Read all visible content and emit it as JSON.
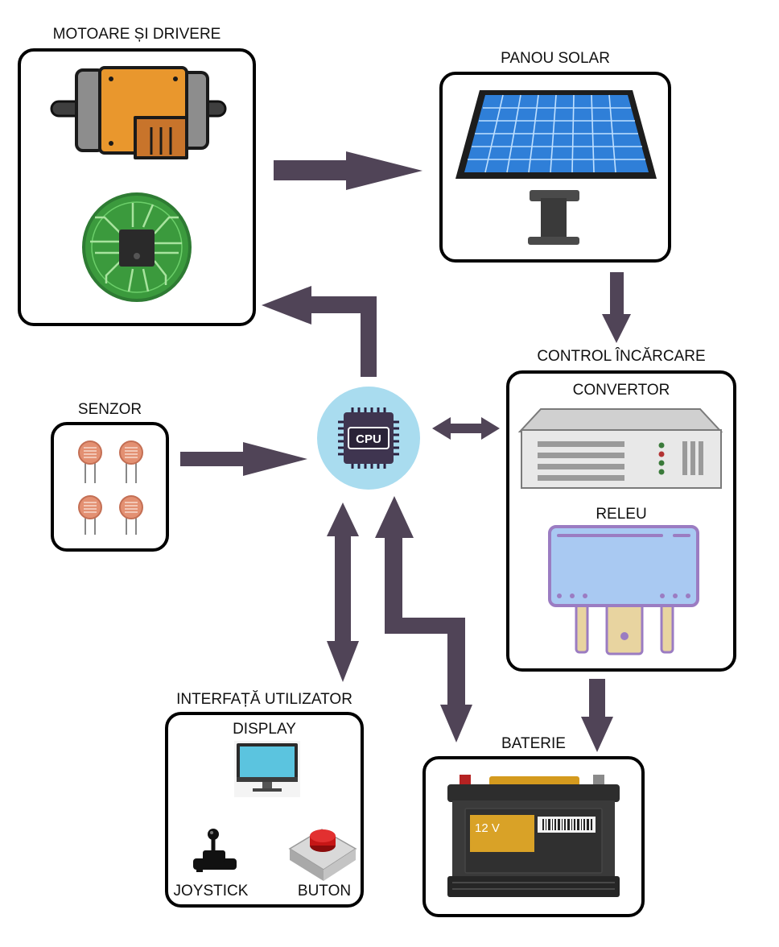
{
  "labels": {
    "motors": "MOTOARE ȘI DRIVERE",
    "solar": "PANOU SOLAR",
    "charge_control": "CONTROL ÎNCĂRCARE",
    "converter": "CONVERTOR",
    "relay": "RELEU",
    "sensor": "SENZOR",
    "cpu": "CPU",
    "ui": "INTERFAȚĂ UTILIZATOR",
    "display": "DISPLAY",
    "joystick": "JOYSTICK",
    "button": "BUTON",
    "battery": "BATERIE",
    "battery_voltage": "12 V"
  },
  "colors": {
    "arrow": "#504457",
    "border": "#000000",
    "motor_body": "#e9972d",
    "pcb": "#3b9a3d",
    "solar_cell": "#2f7fd8",
    "cpu_bg": "#a9dcef",
    "relay": "#a9c9f2",
    "battery_label": "#d9a227"
  },
  "icons": [
    "motor-icon",
    "driver-board-icon",
    "solar-panel-icon",
    "cpu-icon",
    "photoresistor-icon",
    "converter-icon",
    "relay-icon",
    "battery-icon",
    "monitor-icon",
    "joystick-icon",
    "push-button-icon"
  ]
}
